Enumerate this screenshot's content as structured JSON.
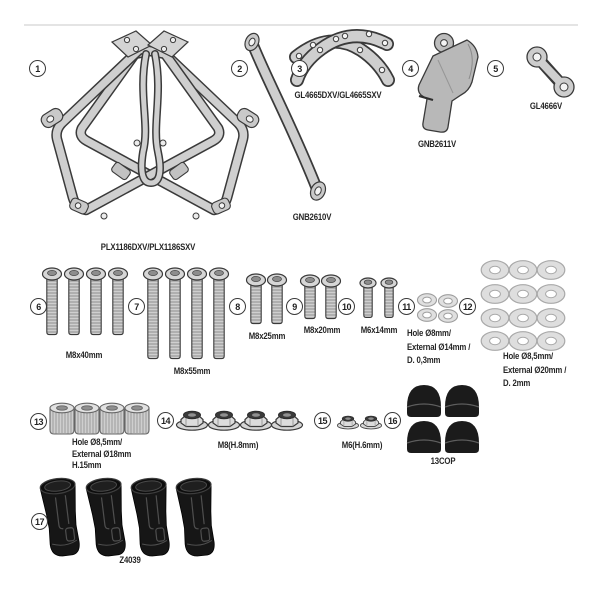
{
  "diagram": {
    "colors": {
      "outline": "#3a3a3a",
      "fill": "#cfcfcf",
      "black": "#1b1b1b",
      "divider": "#e4e4e4"
    },
    "parts": [
      {
        "num": "1",
        "kind": "pannier-frame",
        "label": "PLX1186DXV/PLX1186SXV"
      },
      {
        "num": "2",
        "kind": "support-rod",
        "label": "GNB2610V"
      },
      {
        "num": "3",
        "kind": "bracket-pair",
        "label": "GL4665DXV/GL4665SXV"
      },
      {
        "num": "4",
        "kind": "bracket",
        "label": "GNB2611V"
      },
      {
        "num": "5",
        "kind": "plate-link",
        "label": "GL4666V"
      },
      {
        "num": "6",
        "kind": "bolt",
        "label": "M8x40mm",
        "qty": 4
      },
      {
        "num": "7",
        "kind": "bolt",
        "label": "M8x55mm",
        "qty": 4
      },
      {
        "num": "8",
        "kind": "bolt",
        "label": "M8x25mm",
        "qty": 2
      },
      {
        "num": "9",
        "kind": "bolt",
        "label": "M8x20mm",
        "qty": 2
      },
      {
        "num": "10",
        "kind": "bolt",
        "label": "M6x14mm",
        "qty": 2
      },
      {
        "num": "11",
        "kind": "washer",
        "lines": [
          "Hole Ø8mm/",
          "External Ø14mm /",
          "D. 0,3mm"
        ],
        "qty": 4
      },
      {
        "num": "12",
        "kind": "washer",
        "lines": [
          "Hole Ø8,5mm/",
          "External Ø20mm /",
          "D. 2mm"
        ],
        "qty": 12
      },
      {
        "num": "13",
        "kind": "spacer",
        "lines": [
          "Hole Ø8,5mm/",
          "External Ø18mm",
          "H.15mm"
        ],
        "qty": 4
      },
      {
        "num": "14",
        "kind": "flange-nut",
        "label": "M8(H.8mm)",
        "qty": 4
      },
      {
        "num": "15",
        "kind": "flange-nut",
        "label": "M6(H.6mm)",
        "qty": 2
      },
      {
        "num": "16",
        "kind": "cap",
        "label": "13COP",
        "qty": 4
      },
      {
        "num": "17",
        "kind": "rubber-sleeve",
        "label": "Z4039",
        "qty": 4
      }
    ]
  }
}
